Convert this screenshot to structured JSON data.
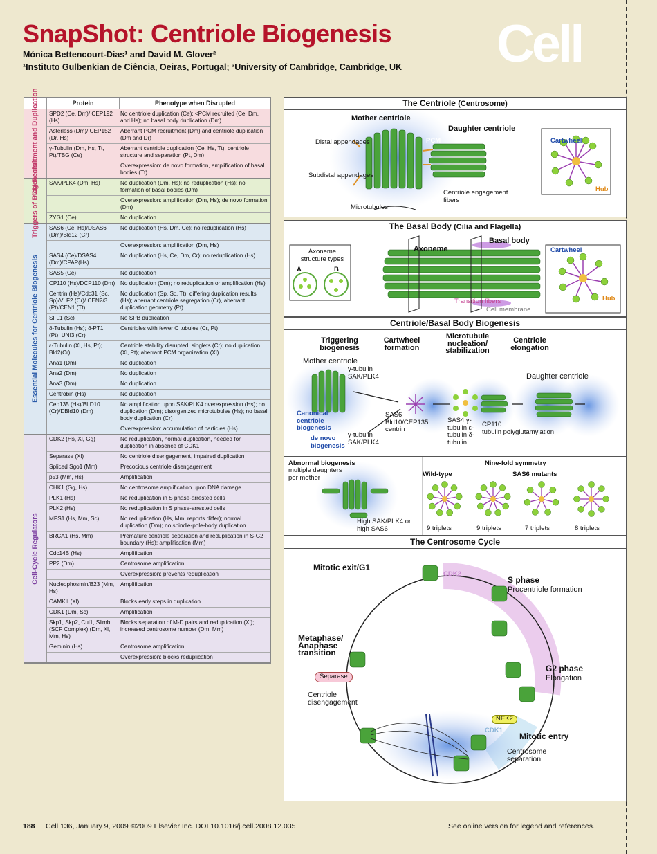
{
  "header": {
    "title": "SnapShot: Centriole Biogenesis",
    "authors": "Mónica Bettencourt-Dias¹ and David M. Glover²",
    "affiliations": "¹Instituto Gulbenkian de Ciência, Oeiras, Portugal; ²University of Cambridge, Cambridge, UK",
    "logo": "Cell"
  },
  "table": {
    "col_protein": "Protein",
    "col_phenotype": "Phenotype when Disrupted",
    "groups": [
      {
        "label": "PCM Recruitment and Duplication",
        "rows": [
          [
            "SPD2 (Ce, Dm)/ CEP192 (Hs)",
            "No centriole duplication (Ce); <PCM recruited (Ce, Dm, and Hs); no basal body duplication (Dm)"
          ],
          [
            "Asterless (Dm)/ CEP152 (Dr, Hs)",
            "Aberrant PCM recruitment (Dm) and centriole duplication (Dm and Dr)"
          ],
          [
            "γ-Tubulin (Dm, Hs, Tt, Pt)/TBG (Ce)",
            "Aberrant centriole duplication (Ce, Hs, Tt), centriole structure and separation (Pt, Dm)"
          ],
          [
            "",
            "Overexpression: de novo formation, amplification of basal bodies (Tt)"
          ]
        ]
      },
      {
        "label": "Triggers of Biogenesis",
        "rows": [
          [
            "SAK/PLK4 (Dm, Hs)",
            "No duplication (Dm, Hs); no reduplication (Hs); no formation of basal bodies (Dm)"
          ],
          [
            "",
            "Overexpression: amplification (Dm, Hs); de novo formation (Dm)"
          ],
          [
            "ZYG1 (Ce)",
            "No duplication"
          ]
        ]
      },
      {
        "label": "Essential Molecules for Centriole Biogenesis",
        "rows": [
          [
            "SAS6 (Ce, Hs)/DSAS6 (Dm)/Bld12 (Cr)",
            "No duplication (Hs, Dm, Ce); no reduplication (Hs)"
          ],
          [
            "",
            "Overexpression: amplification (Dm, Hs)"
          ],
          [
            "SAS4 (Ce)/DSAS4 (Dm)/CPAP(Hs)",
            "No duplication (Hs, Ce, Dm, Cr); no reduplication (Hs)"
          ],
          [
            "SAS5 (Ce)",
            "No duplication"
          ],
          [
            "CP110 (Hs)/DCP110 (Dm)",
            "No duplication (Dm); no reduplication or amplification (Hs)"
          ],
          [
            "Centrin (Hs)/Cdc31 (Sc, Sp)/VLF2 (Cr)/ CEN2/3 (Pt)/CEN1 (Tt)",
            "No duplication (Sp, Sc, Tt); differing duplication results (Hs); aberrant centriole segregation (Cr), aberrant duplication geometry (Pt)"
          ],
          [
            "SFL1 (Sc)",
            "No SPB duplication"
          ],
          [
            "δ-Tubulin (Hs); δ-PT1 (Pt); UNI3 (Cr)",
            "Centrioles with fewer C tubules (Cr, Pt)"
          ],
          [
            "ε-Tubulin (Xl, Hs, Pt); Bld2(Cr)",
            "Centriole stability disrupted, singlets (Cr); no duplication (Xl, Pt); aberrant PCM organization (Xl)"
          ],
          [
            "Ana1 (Dm)",
            "No duplication"
          ],
          [
            "Ana2 (Dm)",
            "No duplication"
          ],
          [
            "Ana3 (Dm)",
            "No duplication"
          ],
          [
            "Centrobin (Hs)",
            "No duplication"
          ],
          [
            "Cep135 (Hs)/BLD10 (Cr)/DBld10 (Dm)",
            "No amplification upon SAK/PLK4 overexpression (Hs); no duplication (Dm); disorganized microtubules (Hs); no basal body duplication (Cr)"
          ],
          [
            "",
            "Overexpression: accumulation of particles (Hs)"
          ]
        ]
      },
      {
        "label": "Cell-Cycle Regulators",
        "rows": [
          [
            "CDK2 (Hs, Xl, Gg)",
            "No reduplication, normal duplication, needed for duplication in absence of CDK1"
          ],
          [
            "Separase (Xl)",
            "No centriole disengagement, impaired duplication"
          ],
          [
            "Spliced Sgo1 (Mm)",
            "Precocious centriole disengagement"
          ],
          [
            "p53 (Mm, Hs)",
            "Amplification"
          ],
          [
            "CHK1 (Gg, Hs)",
            "No centrosome amplification upon DNA damage"
          ],
          [
            "PLK1 (Hs)",
            "No reduplication in S phase-arrested cells"
          ],
          [
            "PLK2 (Hs)",
            "No reduplication in S phase-arrested cells"
          ],
          [
            "MPS1 (Hs, Mm, Sc)",
            "No reduplication (Hs, Mm; reports differ); normal duplication (Dm); no spindle-pole-body duplication"
          ],
          [
            "BRCA1 (Hs, Mm)",
            "Premature centriole separation and reduplication in S-G2 boundary (Hs); amplification (Mm)"
          ],
          [
            "Cdc14B (Hs)",
            "Amplification"
          ],
          [
            "PP2 (Dm)",
            "Centrosome amplification"
          ],
          [
            "",
            "Overexpression: prevents reduplication"
          ],
          [
            "Nucleophosmin/B23 (Mm, Hs)",
            "Amplification"
          ],
          [
            "CAMKII (Xl)",
            "Blocks early steps in duplication"
          ],
          [
            "CDK1 (Dm, Sc)",
            "Amplification"
          ],
          [
            "Skp1, Skp2, Cul1, Slimb (SCF Complex) (Dm, Xl, Mm, Hs)",
            "Blocks separation of M-D pairs and reduplication (Xl); increased centrosome number (Dm, Mm)"
          ],
          [
            "Geminin (Hs)",
            "Centrosome amplification"
          ],
          [
            "",
            "Overexpression: blocks reduplication"
          ]
        ]
      }
    ]
  },
  "fig": {
    "p1": {
      "title": "The Centriole",
      "sub": "(Centrosome)",
      "mother": "Mother centriole",
      "daughter": "Daughter centriole",
      "distal": "Distal appendages",
      "pcm": "PCM",
      "subdistal": "Subdistal appendages",
      "engage": "Centriole engagement fibers",
      "mt": "Microtubules",
      "cartwheel": "Cartwheel",
      "hub": "Hub"
    },
    "p2": {
      "title": "The Basal Body",
      "sub": "(Cilia and Flagella)",
      "axoneme": "Axoneme",
      "basal": "Basal body",
      "types": "Axoneme structure types",
      "a": "A",
      "b": "B",
      "trans": "Transition fibers",
      "membrane": "Cell membrane",
      "cartwheel": "Cartwheel",
      "hub": "Hub"
    },
    "p3": {
      "title": "Centriole/Basal Body Biogenesis",
      "s1": "Triggering biogenesis",
      "s2": "Cartwheel formation",
      "s3": "Microtubule nucleation/ stabilization",
      "s4": "Centriole elongation",
      "mother": "Mother centriole",
      "daughter": "Daughter centriole",
      "gt1": "γ-tubulin SAK/PLK4",
      "canon": "Canonical centriole biogenesis",
      "denovo": "de novo biogenesis",
      "gt2": "γ-tubulin SAK/PLK4",
      "sas6": "SAS6 Bld10/CEP135 centrin",
      "sas4": "SAS4 γ-tubulin ε-tubulin δ-tubulin",
      "cp110": "CP110",
      "tpg": "tubulin polyglutamylation"
    },
    "p4": {
      "abn": "Abnormal biogenesis",
      "abn2": "multiple daughters per mother",
      "high": "High SAK/PLK4 or high SAS6",
      "nine": "Nine-fold symmetry",
      "wt": "Wild-type",
      "mut": "SAS6 mutants",
      "t9a": "9 triplets",
      "t9b": "9 triplets",
      "t7": "7 triplets",
      "t8": "8 triplets"
    },
    "p5": {
      "title": "The Centrosome Cycle",
      "mitotic_exit": "Mitotic exit/G1",
      "cdk2": "CDK2",
      "sphase": "S phase",
      "procen": "Procentriole formation",
      "meta": "Metaphase/ Anaphase transition",
      "separase": "Separase",
      "diseng": "Centriole disengagement",
      "g2": "G2 phase",
      "elong": "Elongation",
      "nek2": "NEK2",
      "cdk1": "CDK1",
      "mentry": "Mitotic entry",
      "csep": "Centrosome separation"
    }
  },
  "footer": {
    "page": "188",
    "cite": "Cell 136, January 9, 2009 ©2009 Elsevier Inc.   DOI 10.1016/j.cell.2008.12.035",
    "note": "See online version for legend and references."
  }
}
